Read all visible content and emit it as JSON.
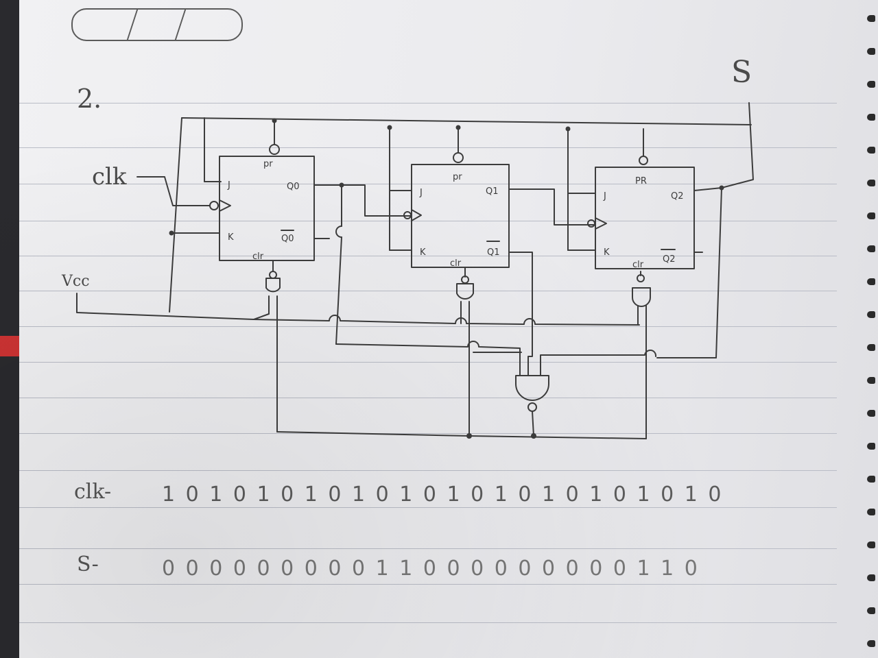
{
  "title": "2.",
  "output_label": "S",
  "date_field": "/ /",
  "inputs": {
    "clock": "clk",
    "vcc": "Vcc"
  },
  "flipflops": [
    {
      "j": "J",
      "k": "K",
      "q": "Q0",
      "qbar": "Q0",
      "preset": "pr",
      "clear": "clr"
    },
    {
      "j": "J",
      "k": "K",
      "q": "Q1",
      "qbar": "Q1",
      "preset": "pr",
      "clear": "clr"
    },
    {
      "j": "J",
      "k": "K",
      "q": "Q2",
      "qbar": "Q2",
      "preset": "PR",
      "clear": "clr"
    }
  ],
  "sequences": {
    "clk_label": "clk-",
    "clk_values": "1 0 1 0 1 0 1 0 1 0 1 0 1 0 1 0 1 0 1 0 1 0 1 0",
    "s_label": "S-",
    "s_values": "0 0 0 0 0 0 0 0 0 1 1 0 0 0 0 0 0 0 0 0 1 1 0"
  },
  "colors": {
    "ink": "#3c3c3c",
    "paper": "#efeff1",
    "rule": "#b9bcc6"
  }
}
